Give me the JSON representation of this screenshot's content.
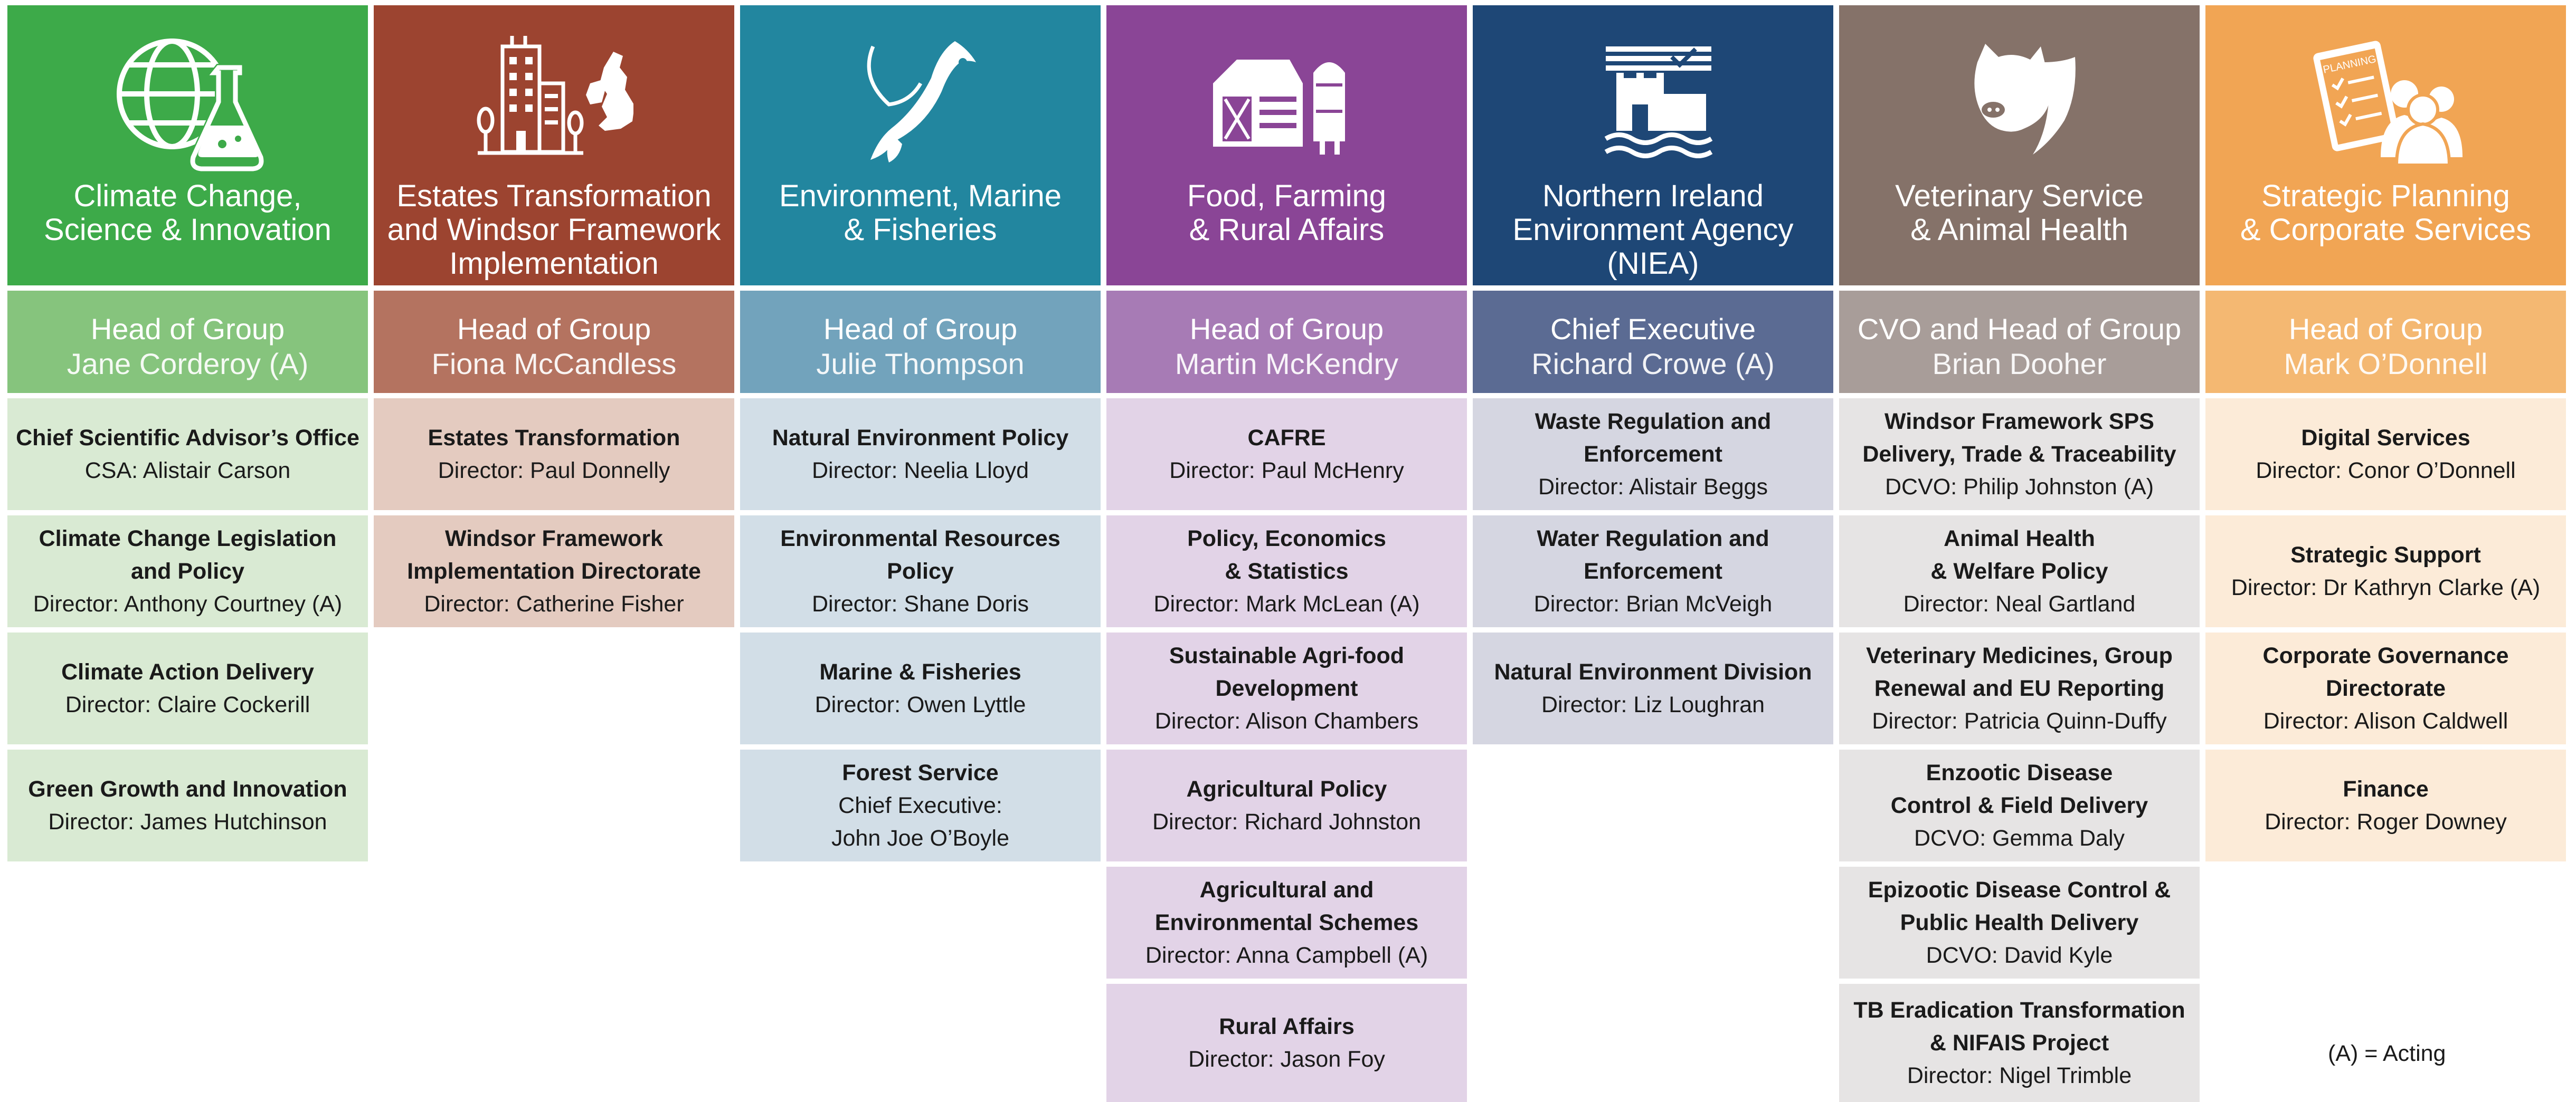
{
  "colors": {
    "climate": {
      "header": "#3daa49",
      "head": "#86c47d",
      "card": "#d9ead3"
    },
    "estates": {
      "header": "#9c4430",
      "head": "#b47360",
      "card": "#e4cbc0"
    },
    "environment": {
      "header": "#22869f",
      "head": "#72a3bc",
      "card": "#d2dee7"
    },
    "food": {
      "header": "#8a4596",
      "head": "#a77bb5",
      "card": "#e2d3e7"
    },
    "niea": {
      "header": "#1e4776",
      "head": "#5b6b93",
      "card": "#d5d6e1"
    },
    "vet": {
      "header": "#857269",
      "head": "#a89d99",
      "card": "#e6e4e4"
    },
    "strategic": {
      "header": "#f1a554",
      "head": "#f4b872",
      "card": "#fcebd8"
    }
  },
  "columns": [
    {
      "key": "climate",
      "icon": "globe-flask-icon",
      "title": "Climate Change,\nScience & Innovation",
      "head": {
        "role": "Head of Group",
        "name": "Jane Corderoy (A)"
      },
      "cards": [
        {
          "title": "Chief Scientific Advisor’s Office",
          "detail": "CSA: Alistair Carson"
        },
        {
          "title": "Climate Change Legislation\nand Policy",
          "detail": "Director: Anthony Courtney (A)"
        },
        {
          "title": "Climate Action Delivery",
          "detail": "Director: Claire Cockerill"
        },
        {
          "title": "Green Growth and Innovation",
          "detail": "Director: James Hutchinson"
        }
      ]
    },
    {
      "key": "estates",
      "icon": "buildings-uk-map-icon",
      "title": "Estates Transformation\nand Windsor Framework\nImplementation",
      "head": {
        "role": "Head of Group",
        "name": "Fiona McCandless"
      },
      "cards": [
        {
          "title": "Estates Transformation",
          "detail": "Director: Paul Donnelly"
        },
        {
          "title": "Windsor Framework\nImplementation Directorate",
          "detail": "Director: Catherine Fisher"
        }
      ]
    },
    {
      "key": "environment",
      "icon": "fish-icon",
      "title": "Environment, Marine\n& Fisheries",
      "head": {
        "role": "Head of Group",
        "name": "Julie Thompson"
      },
      "cards": [
        {
          "title": "Natural Environment Policy",
          "detail": "Director: Neelia Lloyd"
        },
        {
          "title": "Environmental Resources\nPolicy",
          "detail": "Director: Shane Doris"
        },
        {
          "title": "Marine & Fisheries",
          "detail": "Director: Owen Lyttle"
        },
        {
          "title": "Forest Service",
          "detail": "Chief Executive:\nJohn Joe O’Boyle"
        }
      ]
    },
    {
      "key": "food",
      "icon": "farm-barn-icon",
      "title": "Food, Farming\n& Rural Affairs",
      "head": {
        "role": "Head of Group",
        "name": "Martin McKendry"
      },
      "cards": [
        {
          "title": "CAFRE",
          "detail": "Director: Paul McHenry"
        },
        {
          "title": "Policy, Economics\n& Statistics",
          "detail": "Director: Mark McLean (A)"
        },
        {
          "title": "Sustainable Agri-food\nDevelopment",
          "detail": "Director: Alison Chambers"
        },
        {
          "title": "Agricultural Policy",
          "detail": "Director: Richard Johnston"
        },
        {
          "title": "Agricultural and\nEnvironmental Schemes",
          "detail": "Director: Anna Campbell (A)"
        },
        {
          "title": "Rural Affairs",
          "detail": "Director: Jason Foy"
        }
      ]
    },
    {
      "key": "niea",
      "icon": "niea-logo-icon",
      "title": "Northern Ireland\nEnvironment Agency\n(NIEA)",
      "head": {
        "role": "Chief Executive",
        "name": "Richard Crowe (A)"
      },
      "cards": [
        {
          "title": "Waste Regulation and\nEnforcement",
          "detail": "Director: Alistair Beggs"
        },
        {
          "title": "Water Regulation and\nEnforcement",
          "detail": "Director: Brian McVeigh"
        },
        {
          "title": "Natural Environment Division",
          "detail": "Director: Liz Loughran"
        }
      ]
    },
    {
      "key": "vet",
      "icon": "pig-shield-icon",
      "title": "Veterinary Service\n& Animal Health",
      "head": {
        "role": "CVO and Head of Group",
        "name": "Brian Dooher"
      },
      "cards": [
        {
          "title": "Windsor Framework SPS\nDelivery, Trade & Traceability",
          "detail": "DCVO: Philip Johnston (A)"
        },
        {
          "title": "Animal Health\n& Welfare Policy",
          "detail": "Director: Neal Gartland"
        },
        {
          "title": "Veterinary Medicines, Group\nRenewal and EU Reporting",
          "detail": "Director: Patricia Quinn-Duffy"
        },
        {
          "title": "Enzootic Disease\nControl & Field Delivery",
          "detail": "DCVO: Gemma Daly"
        },
        {
          "title": "Epizootic Disease Control &\nPublic Health Delivery",
          "detail": "DCVO: David Kyle"
        },
        {
          "title": "TB Eradication Transformation\n& NIFAIS Project",
          "detail": "Director: Nigel Trimble"
        }
      ]
    },
    {
      "key": "strategic",
      "icon": "planning-people-icon",
      "icon_text": "PLANNING",
      "title": "Strategic Planning\n& Corporate Services",
      "head": {
        "role": "Head of Group",
        "name": "Mark O’Donnell"
      },
      "cards": [
        {
          "title": "Digital Services",
          "detail": "Director: Conor O’Donnell"
        },
        {
          "title": "Strategic Support",
          "detail": "Director: Dr Kathryn Clarke (A)"
        },
        {
          "title": "Corporate Governance\nDirectorate",
          "detail": "Director: Alison Caldwell"
        },
        {
          "title": "Finance",
          "detail": "Director: Roger Downey"
        }
      ]
    }
  ],
  "footnote": "(A) = Acting"
}
